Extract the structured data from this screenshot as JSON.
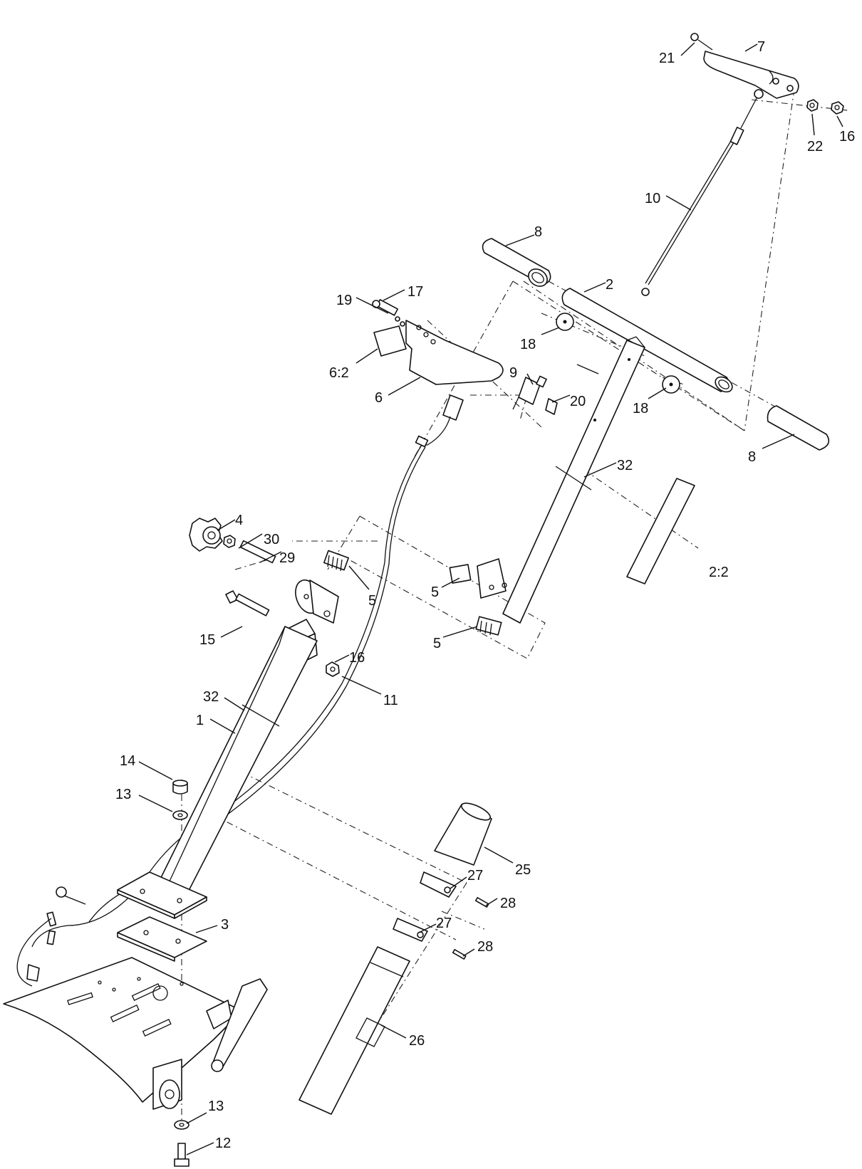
{
  "callouts": [
    {
      "id": "c1",
      "text": "1"
    },
    {
      "id": "c2",
      "text": "2"
    },
    {
      "id": "c2-2",
      "text": "2:2"
    },
    {
      "id": "c3",
      "text": "3"
    },
    {
      "id": "c4",
      "text": "4"
    },
    {
      "id": "c5a",
      "text": "5"
    },
    {
      "id": "c5b",
      "text": "5"
    },
    {
      "id": "c5c",
      "text": "5"
    },
    {
      "id": "c6",
      "text": "6"
    },
    {
      "id": "c6-2",
      "text": "6:2"
    },
    {
      "id": "c7",
      "text": "7"
    },
    {
      "id": "c8a",
      "text": "8"
    },
    {
      "id": "c8b",
      "text": "8"
    },
    {
      "id": "c9",
      "text": "9"
    },
    {
      "id": "c10",
      "text": "10"
    },
    {
      "id": "c11",
      "text": "11"
    },
    {
      "id": "c12",
      "text": "12"
    },
    {
      "id": "c13a",
      "text": "13"
    },
    {
      "id": "c13b",
      "text": "13"
    },
    {
      "id": "c14",
      "text": "14"
    },
    {
      "id": "c15",
      "text": "15"
    },
    {
      "id": "c16a",
      "text": "16"
    },
    {
      "id": "c16b",
      "text": "16"
    },
    {
      "id": "c17",
      "text": "17"
    },
    {
      "id": "c18a",
      "text": "18"
    },
    {
      "id": "c18b",
      "text": "18"
    },
    {
      "id": "c19",
      "text": "19"
    },
    {
      "id": "c20",
      "text": "20"
    },
    {
      "id": "c21",
      "text": "21"
    },
    {
      "id": "c22",
      "text": "22"
    },
    {
      "id": "c25",
      "text": "25"
    },
    {
      "id": "c26",
      "text": "26"
    },
    {
      "id": "c27a",
      "text": "27"
    },
    {
      "id": "c27b",
      "text": "27"
    },
    {
      "id": "c28a",
      "text": "28"
    },
    {
      "id": "c28b",
      "text": "28"
    },
    {
      "id": "c29",
      "text": "29"
    },
    {
      "id": "c30",
      "text": "30"
    },
    {
      "id": "c32a",
      "text": "32"
    },
    {
      "id": "c32b",
      "text": "32"
    }
  ]
}
